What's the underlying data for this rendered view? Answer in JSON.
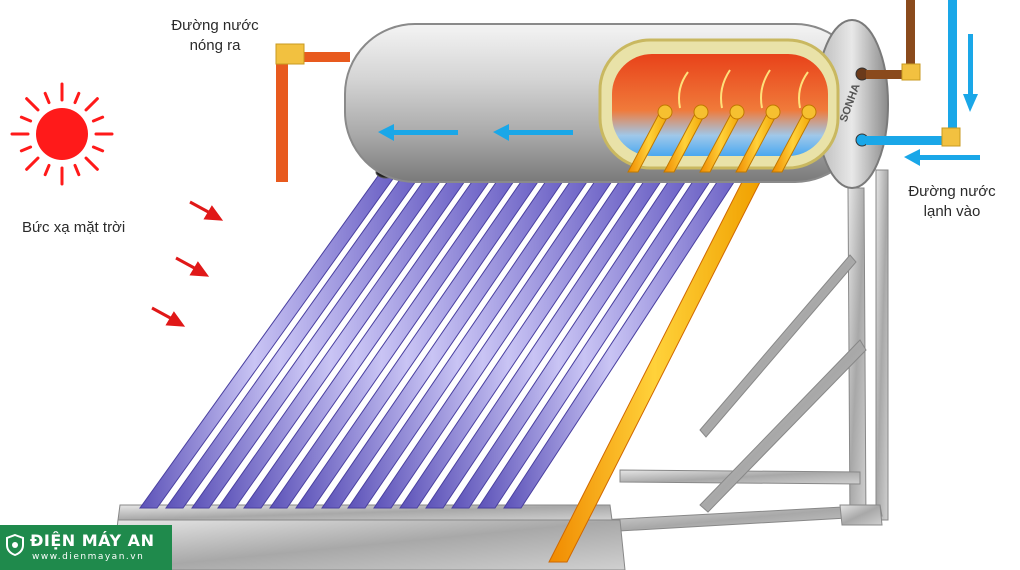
{
  "labels": {
    "hot_outlet": [
      "Đường nước",
      "nóng ra"
    ],
    "cold_inlet": [
      "Đường nước",
      "lạnh vào"
    ],
    "solar_radiation": "Bức xạ mặt trời"
  },
  "tank_brand": "SONHA",
  "watermark": {
    "name": "ĐIỆN MÁY AN",
    "url": "www.dienmayan.vn"
  },
  "colors": {
    "hot_pipe": "#e85a1e",
    "cold_pipe": "#1aa7e8",
    "sun": "#ff1a1a",
    "tube": "#8f84e0",
    "heat_tube": "#f4b400",
    "watermark_bg": "#1f8a4c"
  },
  "icons": [
    "sun-icon",
    "radiation-arrow-icon",
    "flow-arrow-icon",
    "shield-logo-icon"
  ]
}
